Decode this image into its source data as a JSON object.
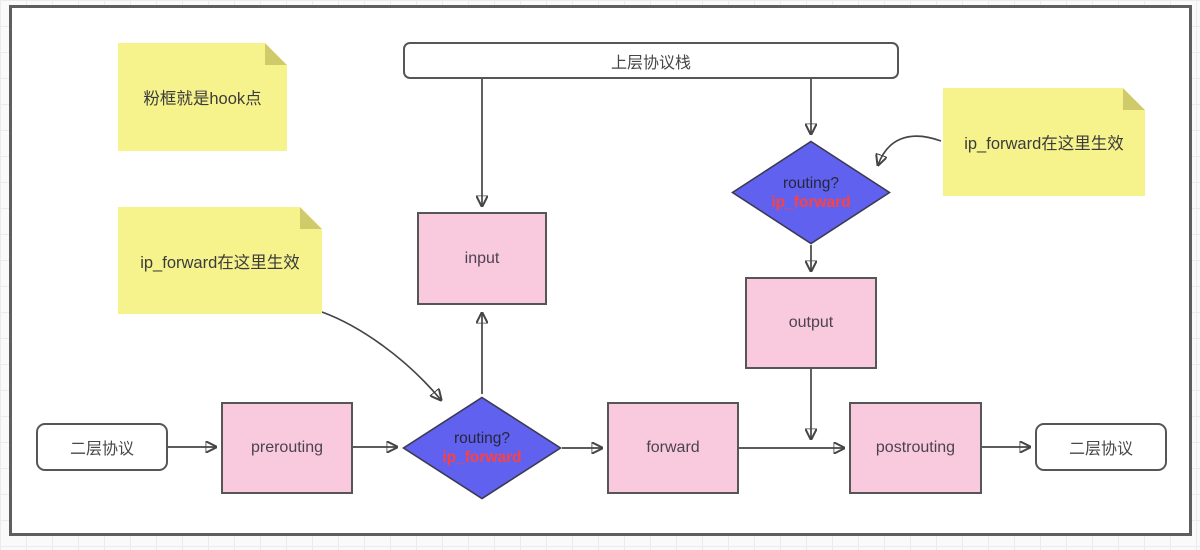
{
  "flow": {
    "upper_stack": {
      "label": "上层协议栈"
    },
    "l2_left": {
      "label": "二层协议"
    },
    "l2_right": {
      "label": "二层协议"
    },
    "hooks": {
      "prerouting": {
        "label": "prerouting"
      },
      "input": {
        "label": "input"
      },
      "forward": {
        "label": "forward"
      },
      "output": {
        "label": "output"
      },
      "postrouting": {
        "label": "postrouting"
      }
    },
    "routing_decision_bottom": {
      "line1": "routing?",
      "line2": "ip_forward"
    },
    "routing_decision_top": {
      "line1": "routing?",
      "line2": "ip_forward"
    }
  },
  "notes": {
    "hook_note": {
      "text": "粉框就是hook点"
    },
    "left_ip_forward_note": {
      "text": "ip_forward在这里生效"
    },
    "right_ip_forward_note": {
      "text": "ip_forward在这里生效"
    }
  },
  "colors": {
    "hook_fill": "#f9c9de",
    "decision_fill": "#6161f0",
    "note_fill": "#f6f38c",
    "note_fold": "#cfcb6a",
    "ip_forward_red": "#fb4242",
    "stroke": "#565656",
    "frame_border": "#5e5e5e",
    "canvas_background": "#fafafa"
  }
}
